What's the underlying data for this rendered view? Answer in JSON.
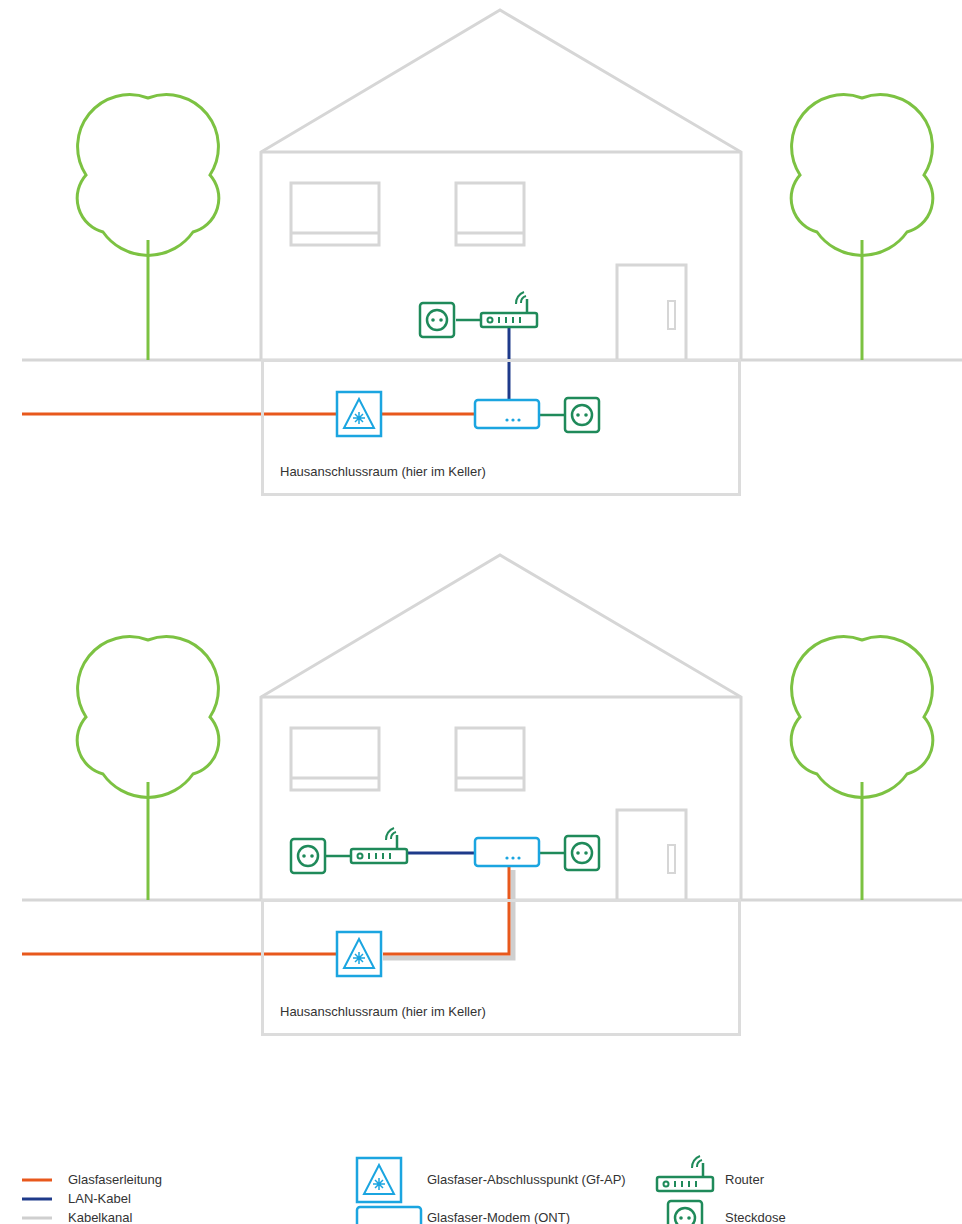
{
  "diagram": {
    "nodes": [
      {
        "text": [
          "Hausanschlussraum (hier im Keller)"
        ]
      },
      {
        "text": [
          "Hausanschlussraum (hier im Keller)"
        ]
      }
    ],
    "legend": [
      {
        "text": "Glasfaserleitung"
      },
      {
        "text": "Glasfaser-Abschlusspunkt (Gf-AP)"
      },
      {
        "text": "Router"
      },
      {
        "text": "LAN-Kabel"
      },
      {
        "text": "Kabelkanal"
      },
      {
        "text": "Glasfaser-Modem (ONT)"
      },
      {
        "text": "Steckdose"
      }
    ]
  }
}
